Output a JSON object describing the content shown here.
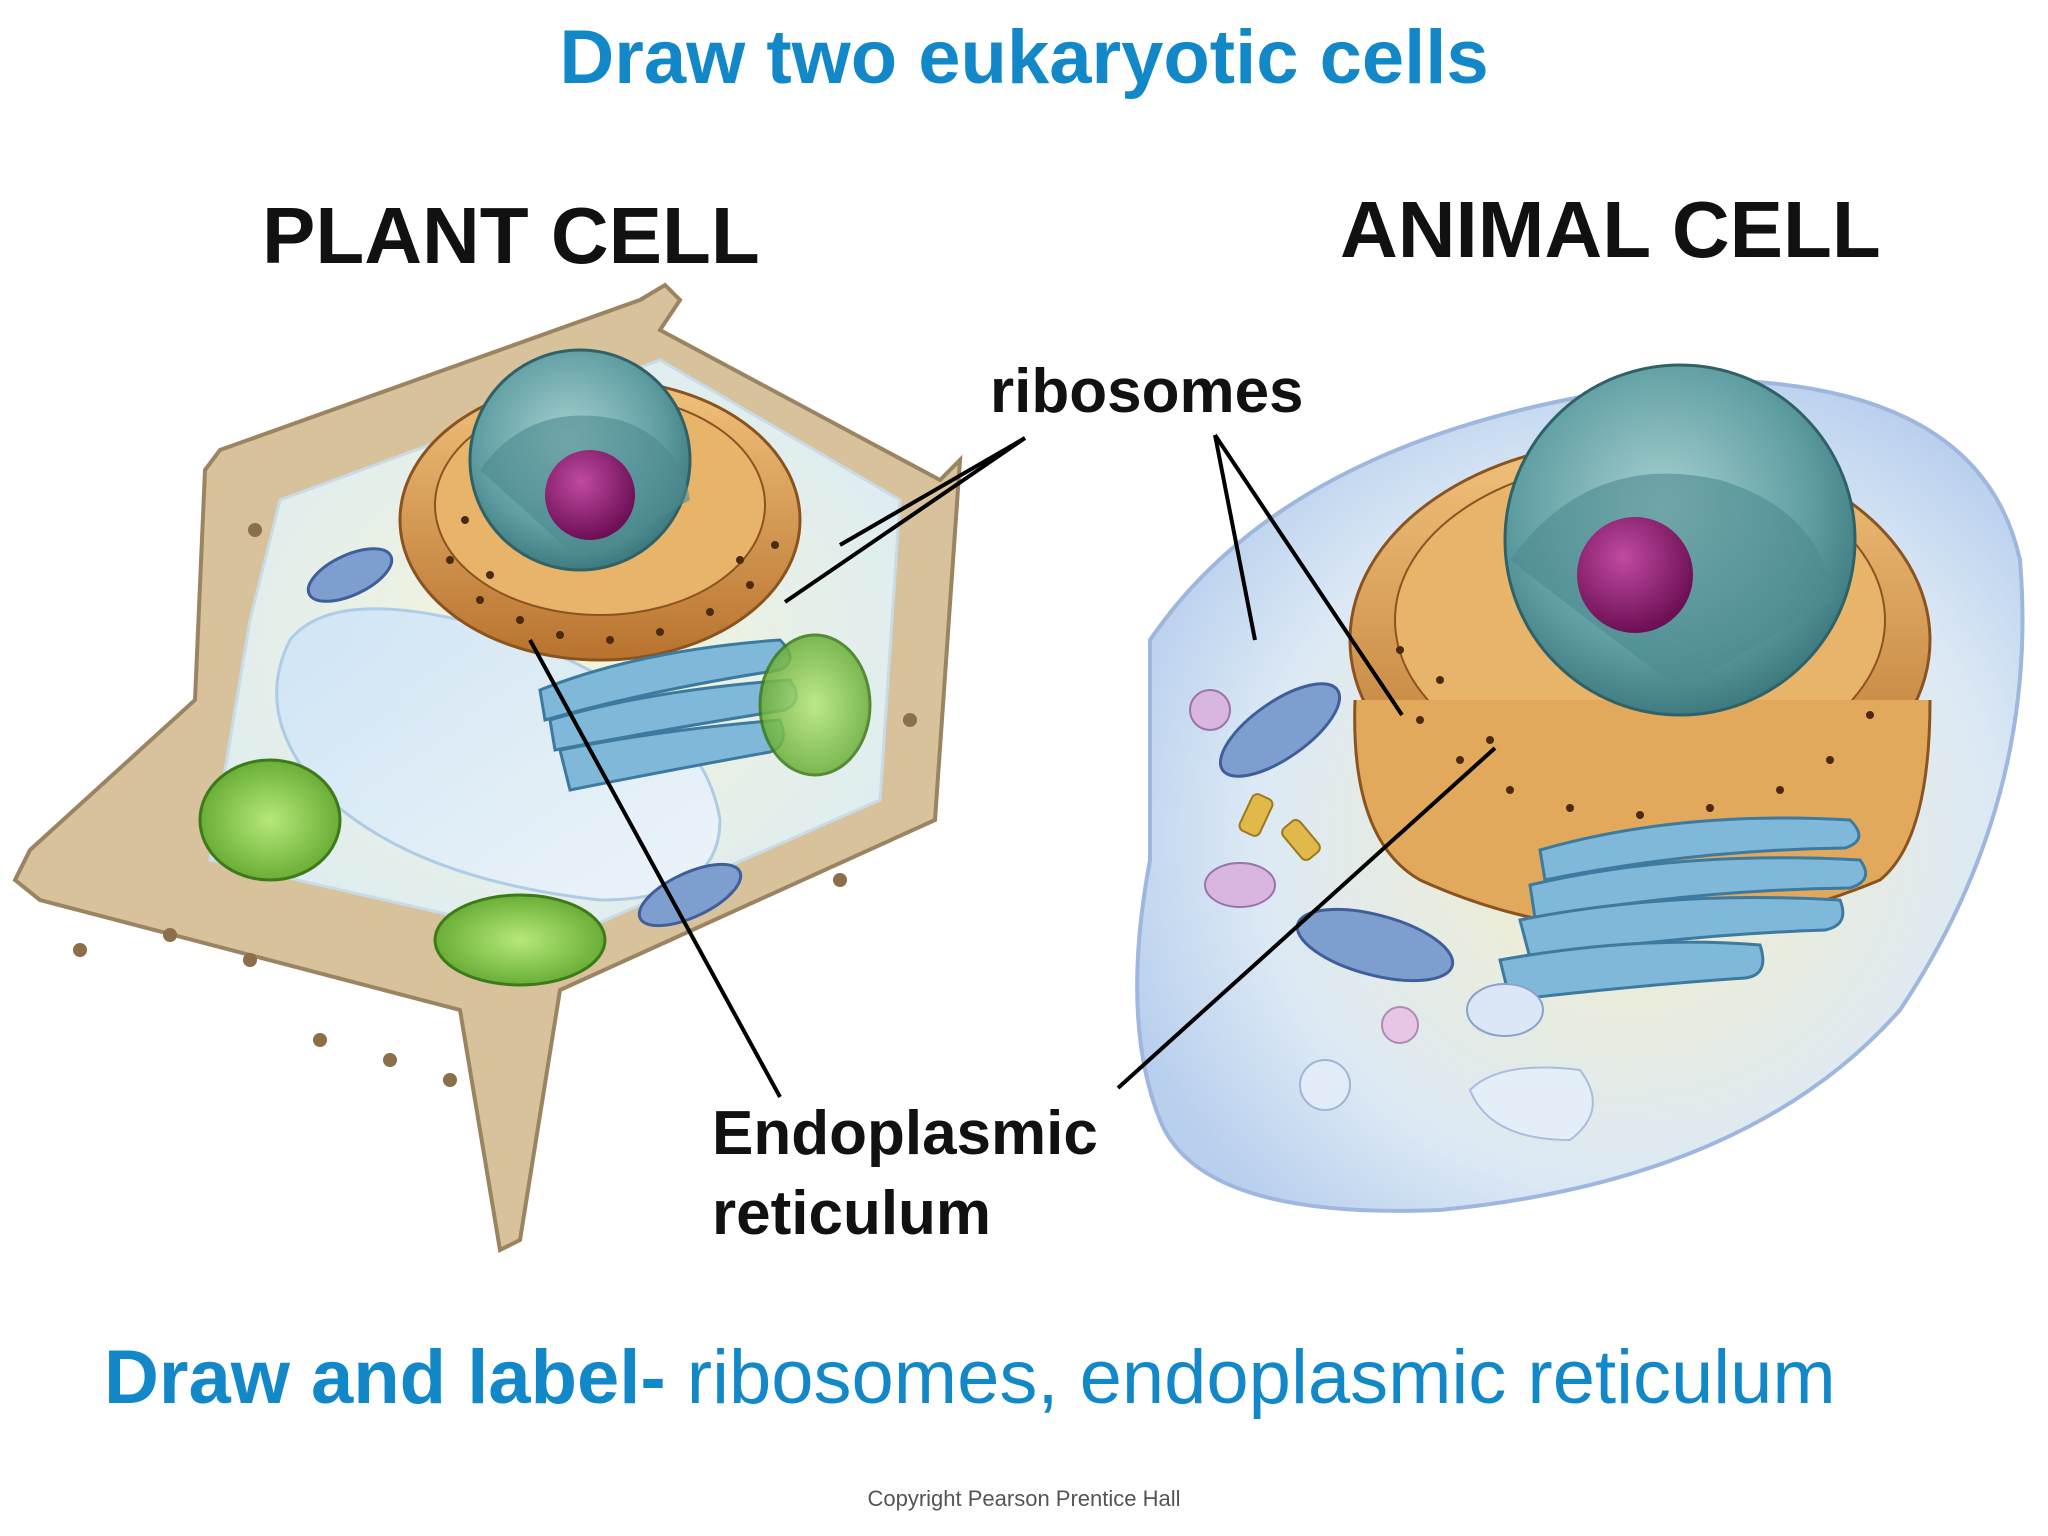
{
  "title": "Draw two eukaryotic cells",
  "plant_heading": "PLANT CELL",
  "animal_heading": "ANIMAL CELL",
  "labels": {
    "ribosomes": "ribosomes",
    "er_line1": "Endoplasmic",
    "er_line2": "reticulum"
  },
  "instructions": {
    "bold": "Draw and label-",
    "rest": " ribosomes, endoplasmic reticulum"
  },
  "copyright": "Copyright Pearson Prentice Hall",
  "colors": {
    "accent": "#1288c8",
    "nucleus": "#5f9ea3",
    "nucleolus": "#8b1a6b",
    "er": "#d99a4a",
    "golgi": "#7fb8d8",
    "chloroplast": "#7cc63a",
    "cell_wall": "#d8c29c"
  }
}
